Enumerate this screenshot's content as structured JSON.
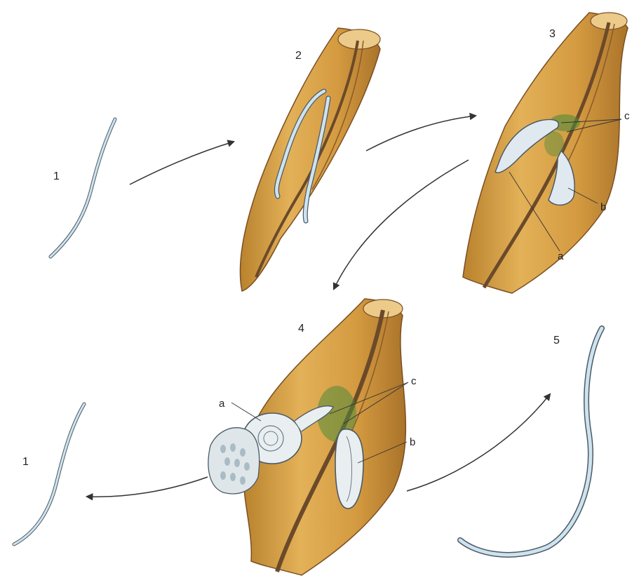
{
  "labels": {
    "stage1_top": "1",
    "stage2": "2",
    "stage3": "3",
    "stage4": "4",
    "stage5": "5",
    "stage1_bottom": "1",
    "s3_a": "a",
    "s3_b": "b",
    "s3_c": "c",
    "s4_a": "a",
    "s4_b": "b",
    "s4_c": "c"
  },
  "colors": {
    "root": "#d7a24a",
    "root_dark": "#8a5a2a",
    "stele": "#6b4a2a",
    "larva": "#cfe3ee",
    "larva_edge": "#4a5a66",
    "giant_cell": "#4f8a3a",
    "egg_mass": "#dfe6ea",
    "arrow": "#333333"
  },
  "icons": {
    "arrows": "curved-arrow-icon"
  }
}
